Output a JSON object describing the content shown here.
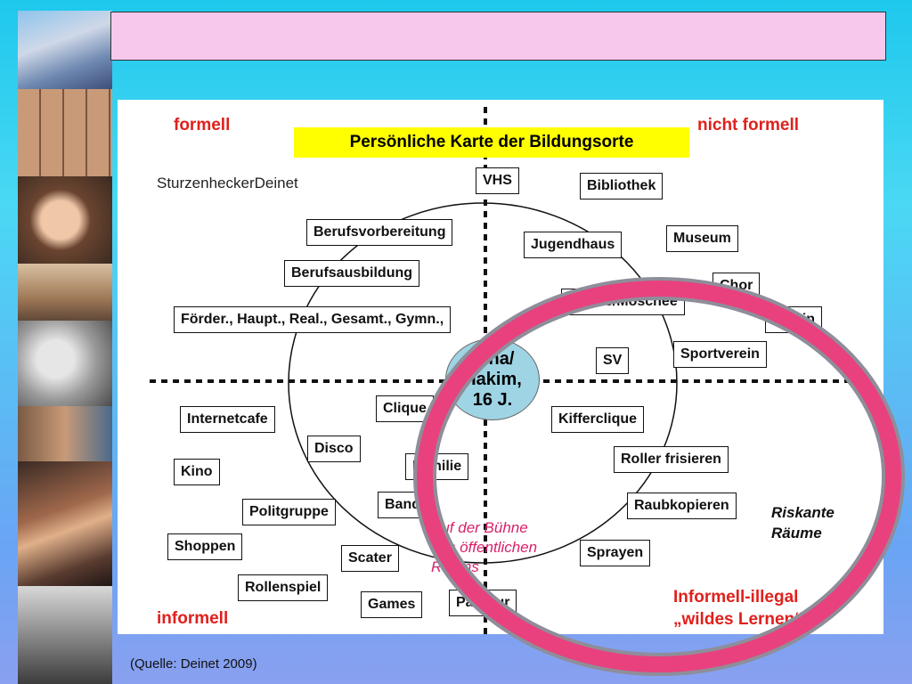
{
  "source_note": "(Quelle: Deinet 2009)",
  "diagram": {
    "title": "Persönliche Karte der Bildungsorte",
    "credit": "SturzenheckerDeinet",
    "quadrants": {
      "top_left": "formell",
      "top_right": "nicht formell",
      "bottom_left": "informell"
    },
    "center": {
      "line1": "Dina/",
      "line2": "Hakim,",
      "line3": "16 J."
    },
    "nodes": {
      "vhs": "VHS",
      "bibliothek": "Bibliothek",
      "berufsvorbereitung": "Berufsvorbereitung",
      "jugendhaus": "Jugendhaus",
      "museum": "Museum",
      "berufsausbildung": "Berufsausbildung",
      "chor": "Chor",
      "kirche": "Kirche/Moschee",
      "foerder": "Förder., Haupt., Real., Gesamt., Gymn.,",
      "verein": "Verein",
      "sportverein": "Sportverein",
      "sv": "SV",
      "internetcafe": "Internetcafe",
      "clique": "Clique",
      "kifferclique": "Kifferclique",
      "disco": "Disco",
      "familie": "Familie",
      "roller": "Roller frisieren",
      "kino": "Kino",
      "politgruppe": "Politgruppe",
      "band": "Band",
      "raubkopieren": "Raubkopieren",
      "shoppen": "Shoppen",
      "scater": "Scater",
      "sprayen": "Sprayen",
      "rollenspiel": "Rollenspiel",
      "games": "Games",
      "parcour": "Parcour"
    },
    "stage_label": {
      "line1": "Auf der Bühne",
      "line2": "des öffentlichen",
      "line3": "Raums"
    },
    "risk_label": {
      "line1": "Riskante",
      "line2": "Räume"
    },
    "illegal_label": {
      "line1": "Informell-illegal",
      "line2": "„wildes Lernen“"
    }
  },
  "colors": {
    "title_bar": "#f8c8ec",
    "map_title_bg": "#ffff00",
    "quadrant_text": "#e0201c",
    "ring": "#e8417e",
    "center_fill": "#9fd4e4"
  }
}
